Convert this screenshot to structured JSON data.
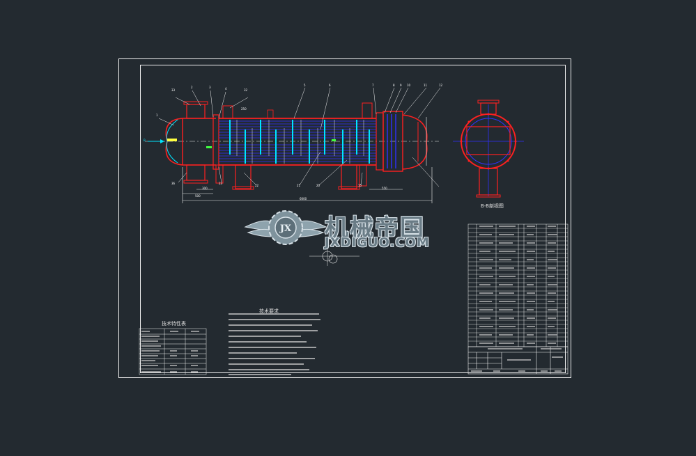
{
  "logo": {
    "cn": "机械帝国",
    "en": "JXDIGUO.COM",
    "emblem_letters": "JX"
  },
  "drawing": {
    "section_view_label": "B-B剖视图",
    "notes_title": "技术要求",
    "params_title": "技术特性表",
    "dim_total_length": "6000",
    "dim_left": "500",
    "dim_small_1": "300",
    "dim_small_2": "250",
    "dim_right": "550",
    "view_marker": "B",
    "leader_numbers_top": [
      "33",
      "2",
      "3",
      "4",
      "32",
      "5",
      "6",
      "7",
      "8",
      "9",
      "10",
      "11",
      "12"
    ],
    "leader_numbers_bottom": [
      "36",
      "23",
      "22",
      "21",
      "20",
      "15"
    ],
    "leader_number_left": "1"
  },
  "colors": {
    "background": "#232a30",
    "line_white": "#f2f2f2",
    "shell_red": "#ff2020",
    "tube_blue": "#3030ff",
    "baffle_cyan": "#00e5ff",
    "accent_yellow": "#ffff40",
    "accent_green": "#40ff40"
  }
}
